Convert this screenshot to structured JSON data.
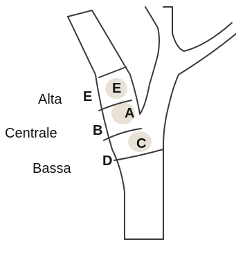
{
  "side_labels": {
    "alta": "Alta",
    "centrale": "Centrale",
    "bassa": "Bassa"
  },
  "edge_letters": {
    "e_outer": "E",
    "b_outer": "B",
    "d_outer": "D"
  },
  "segment_letters": {
    "e_inner": "E",
    "a_inner": "A",
    "c_inner": "C"
  },
  "colors": {
    "outline": "#3a3a3a",
    "spot": "#e8e2d6",
    "text": "#141414"
  }
}
